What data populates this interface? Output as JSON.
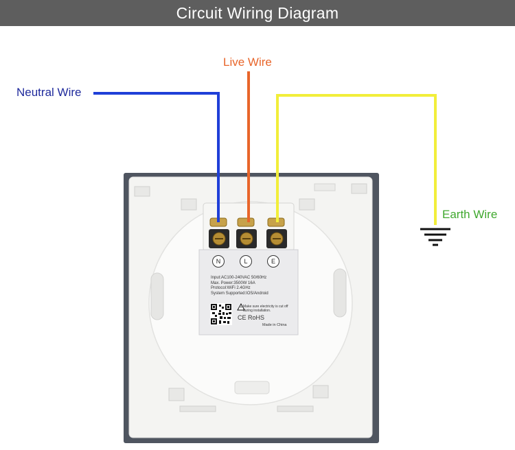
{
  "header": {
    "title": "Circuit Wiring Diagram"
  },
  "labels": {
    "neutral": "Neutral Wire",
    "live": "Live Wire",
    "earth": "Earth Wire"
  },
  "terminals": [
    "N",
    "L",
    "E"
  ],
  "spec_lines": [
    "Input:AC100-240VAC 50/60Hz",
    "Max. Power:3500W 16A",
    "Protocol:WiFi 2.4GHz",
    "System Supported:IOS/Android"
  ],
  "warning": "Make sure electricity is cut off during installation.",
  "certifications": "CE RoHS",
  "made_in": "Made in China",
  "colors": {
    "header_bg": "#5e5e5e",
    "neutral": "#1f3fd8",
    "live": "#e8652a",
    "earth": "#f2ee3a",
    "neutral_label": "#1f2a9c",
    "earth_label": "#3fa82e"
  }
}
